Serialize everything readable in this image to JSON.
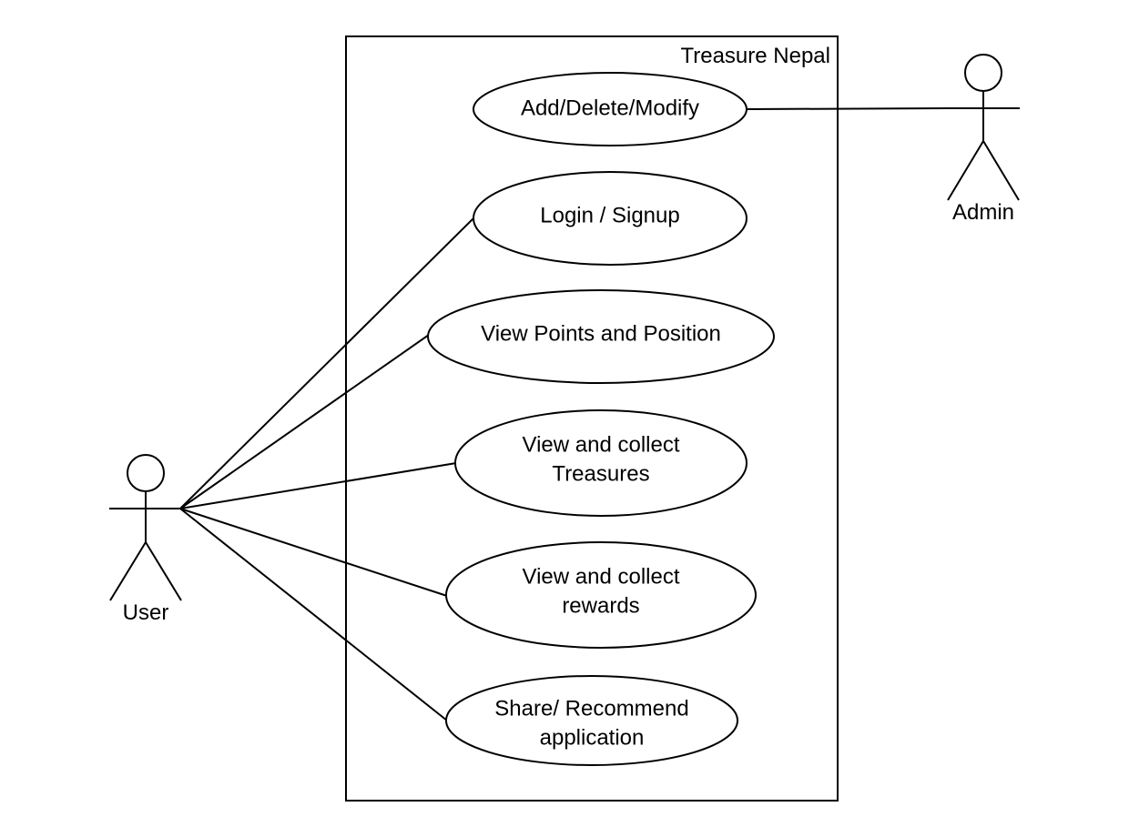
{
  "system": {
    "title": "Treasure Nepal"
  },
  "actors": [
    {
      "id": "user",
      "label": "User"
    },
    {
      "id": "admin",
      "label": "Admin"
    }
  ],
  "use_cases": [
    {
      "id": "add-delete-modify",
      "lines": [
        "Add/Delete/Modify"
      ]
    },
    {
      "id": "login-signup",
      "lines": [
        "Login / Signup"
      ]
    },
    {
      "id": "view-points-position",
      "lines": [
        "View Points and Position"
      ]
    },
    {
      "id": "view-collect-treasures",
      "lines": [
        "View and collect",
        "Treasures"
      ]
    },
    {
      "id": "view-collect-rewards",
      "lines": [
        "View and collect",
        "rewards"
      ]
    },
    {
      "id": "share-recommend",
      "lines": [
        "Share/ Recommend",
        "application"
      ]
    }
  ],
  "associations": [
    {
      "actor": "admin",
      "use_case": "add-delete-modify"
    },
    {
      "actor": "user",
      "use_case": "login-signup"
    },
    {
      "actor": "user",
      "use_case": "view-points-position"
    },
    {
      "actor": "user",
      "use_case": "view-collect-treasures"
    },
    {
      "actor": "user",
      "use_case": "view-collect-rewards"
    },
    {
      "actor": "user",
      "use_case": "share-recommend"
    }
  ]
}
